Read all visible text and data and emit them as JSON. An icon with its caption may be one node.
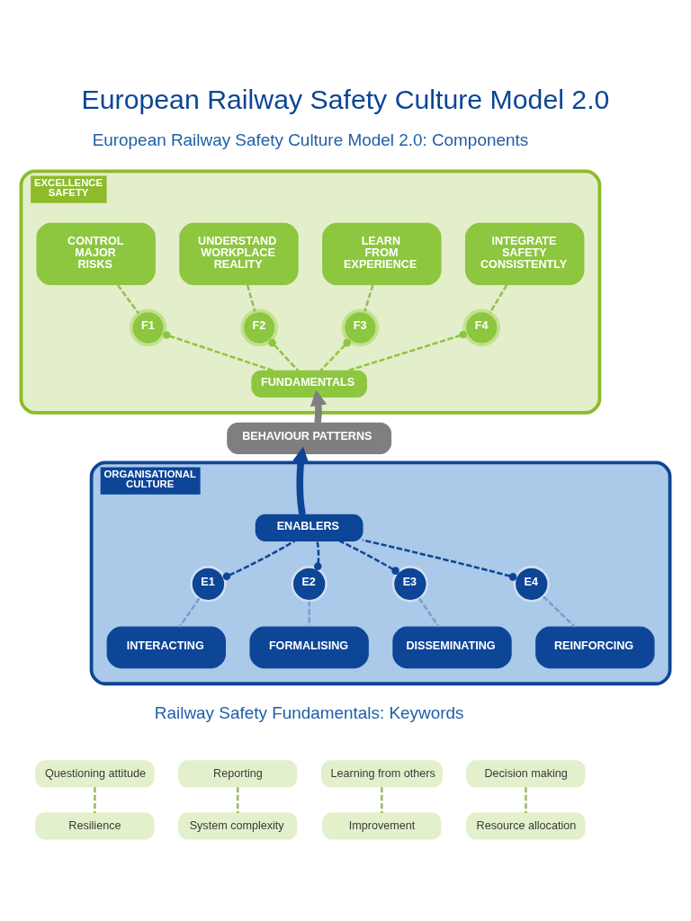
{
  "diagram": {
    "title": "European Railway Safety Culture Model 2.0",
    "nodes": [
      {
        "text": [
          "EXCELLENCE",
          "SAFETY"
        ]
      },
      {
        "text": [
          "CONTROL MAJOR RISKS"
        ],
        "in": 0
      },
      {
        "text": [
          "UNDERSTAND WORKPLACE REALITY"
        ],
        "in": 0
      },
      {
        "text": [
          "LEARN FROM EXPERIENCE"
        ],
        "in": 0
      },
      {
        "text": [
          "INTEGRATE SAFETY CONSISTENTLY"
        ],
        "in": 0
      },
      {
        "text": [
          "F1"
        ],
        "in": 0
      },
      {
        "text": [
          "F2"
        ],
        "in": 0
      },
      {
        "text": [
          "F3"
        ],
        "in": 0
      },
      {
        "text": [
          "F4"
        ],
        "in": 0
      },
      {
        "text": [
          "FUNDAMENTALS"
        ],
        "in": 0
      },
      {
        "text": [
          "BEHAVIOUR PATTERNS"
        ]
      },
      {
        "text": [
          "ORGANISATIONAL",
          "CULTURE"
        ]
      },
      {
        "text": [
          "ENABLERS"
        ],
        "in": 11
      },
      {
        "text": [
          "E1"
        ],
        "in": 11
      },
      {
        "text": [
          "E2"
        ],
        "in": 11
      },
      {
        "text": [
          "E3"
        ],
        "in": 11
      },
      {
        "text": [
          "E4"
        ],
        "in": 11
      },
      {
        "text": [
          "INTERACTING"
        ],
        "in": 11
      },
      {
        "text": [
          "FORMALISING"
        ],
        "in": 11
      },
      {
        "text": [
          "DISSEMINATING"
        ],
        "in": 11
      },
      {
        "text": [
          "REINFORCING"
        ],
        "in": 11
      },
      {
        "text": [
          "Questioning attitude"
        ]
      },
      {
        "text": [
          "Reporting"
        ]
      },
      {
        "text": [
          "Learning from others"
        ]
      },
      {
        "text": [
          "Decision making"
        ]
      },
      {
        "text": [
          "Resilience"
        ]
      },
      {
        "text": [
          "System complexity"
        ]
      },
      {
        "text": [
          "Improvement"
        ]
      },
      {
        "text": [
          "Resource allocation"
        ]
      }
    ],
    "edges": [
      {
        "from": 1,
        "to": 5,
        "arrow": "none",
        "style": "dashed",
        "color": "#9bbb59"
      },
      {
        "from": 2,
        "to": 6,
        "arrow": "none",
        "style": "dashed",
        "color": "#9bbb59"
      },
      {
        "from": 3,
        "to": 7,
        "arrow": "none",
        "style": "dashed",
        "color": "#9bbb59"
      },
      {
        "from": 4,
        "to": 8,
        "arrow": "none",
        "style": "dashed",
        "color": "#9bbb59"
      },
      {
        "from": 5,
        "to": 9,
        "arrow": "other",
        "style": "dashed",
        "color": "#8dc63f"
      },
      {
        "from": 6,
        "to": 9,
        "arrow": "other",
        "style": "dashed",
        "color": "#8dc63f"
      },
      {
        "from": 7,
        "to": 9,
        "arrow": "other",
        "style": "dashed",
        "color": "#8dc63f"
      },
      {
        "from": 8,
        "to": 9,
        "arrow": "other",
        "style": "dashed",
        "color": "#8dc63f"
      },
      {
        "from": 10,
        "to": 9,
        "arrow": "to",
        "style": "thick",
        "color": "#7f7f7f"
      },
      {
        "from": 12,
        "to": 10,
        "arrow": "to",
        "style": "thick",
        "color": "#0d4597"
      },
      {
        "from": 13,
        "to": 12,
        "arrow": "other",
        "style": "dashed",
        "color": "#0d4597"
      },
      {
        "from": 14,
        "to": 12,
        "arrow": "other",
        "style": "dashed",
        "color": "#0d4597"
      },
      {
        "from": 15,
        "to": 12,
        "arrow": "other",
        "style": "dashed",
        "color": "#0d4597"
      },
      {
        "from": 16,
        "to": 12,
        "arrow": "other",
        "style": "dashed",
        "color": "#0d4597"
      },
      {
        "from": 13,
        "to": 17,
        "arrow": "none",
        "style": "dashed",
        "color": "#7f9cc8"
      },
      {
        "from": 14,
        "to": 18,
        "arrow": "none",
        "style": "dashed",
        "color": "#7f9cc8"
      },
      {
        "from": 15,
        "to": 19,
        "arrow": "none",
        "style": "dashed",
        "color": "#7f9cc8"
      },
      {
        "from": 16,
        "to": 20,
        "arrow": "none",
        "style": "dashed",
        "color": "#7f9cc8"
      },
      {
        "from": 21,
        "to": 25,
        "arrow": "none",
        "style": "dashed",
        "color": "#9bbb59"
      },
      {
        "from": 22,
        "to": 26,
        "arrow": "none",
        "style": "dashed",
        "color": "#9bbb59"
      },
      {
        "from": 23,
        "to": 27,
        "arrow": "none",
        "style": "dashed",
        "color": "#9bbb59"
      },
      {
        "from": 24,
        "to": 28,
        "arrow": "none",
        "style": "dashed",
        "color": "#9bbb59"
      }
    ],
    "labels": [
      "European Railway Safety Culture Model 2.0: Components",
      "Railway Safety Fundamentals: Keywords"
    ]
  }
}
